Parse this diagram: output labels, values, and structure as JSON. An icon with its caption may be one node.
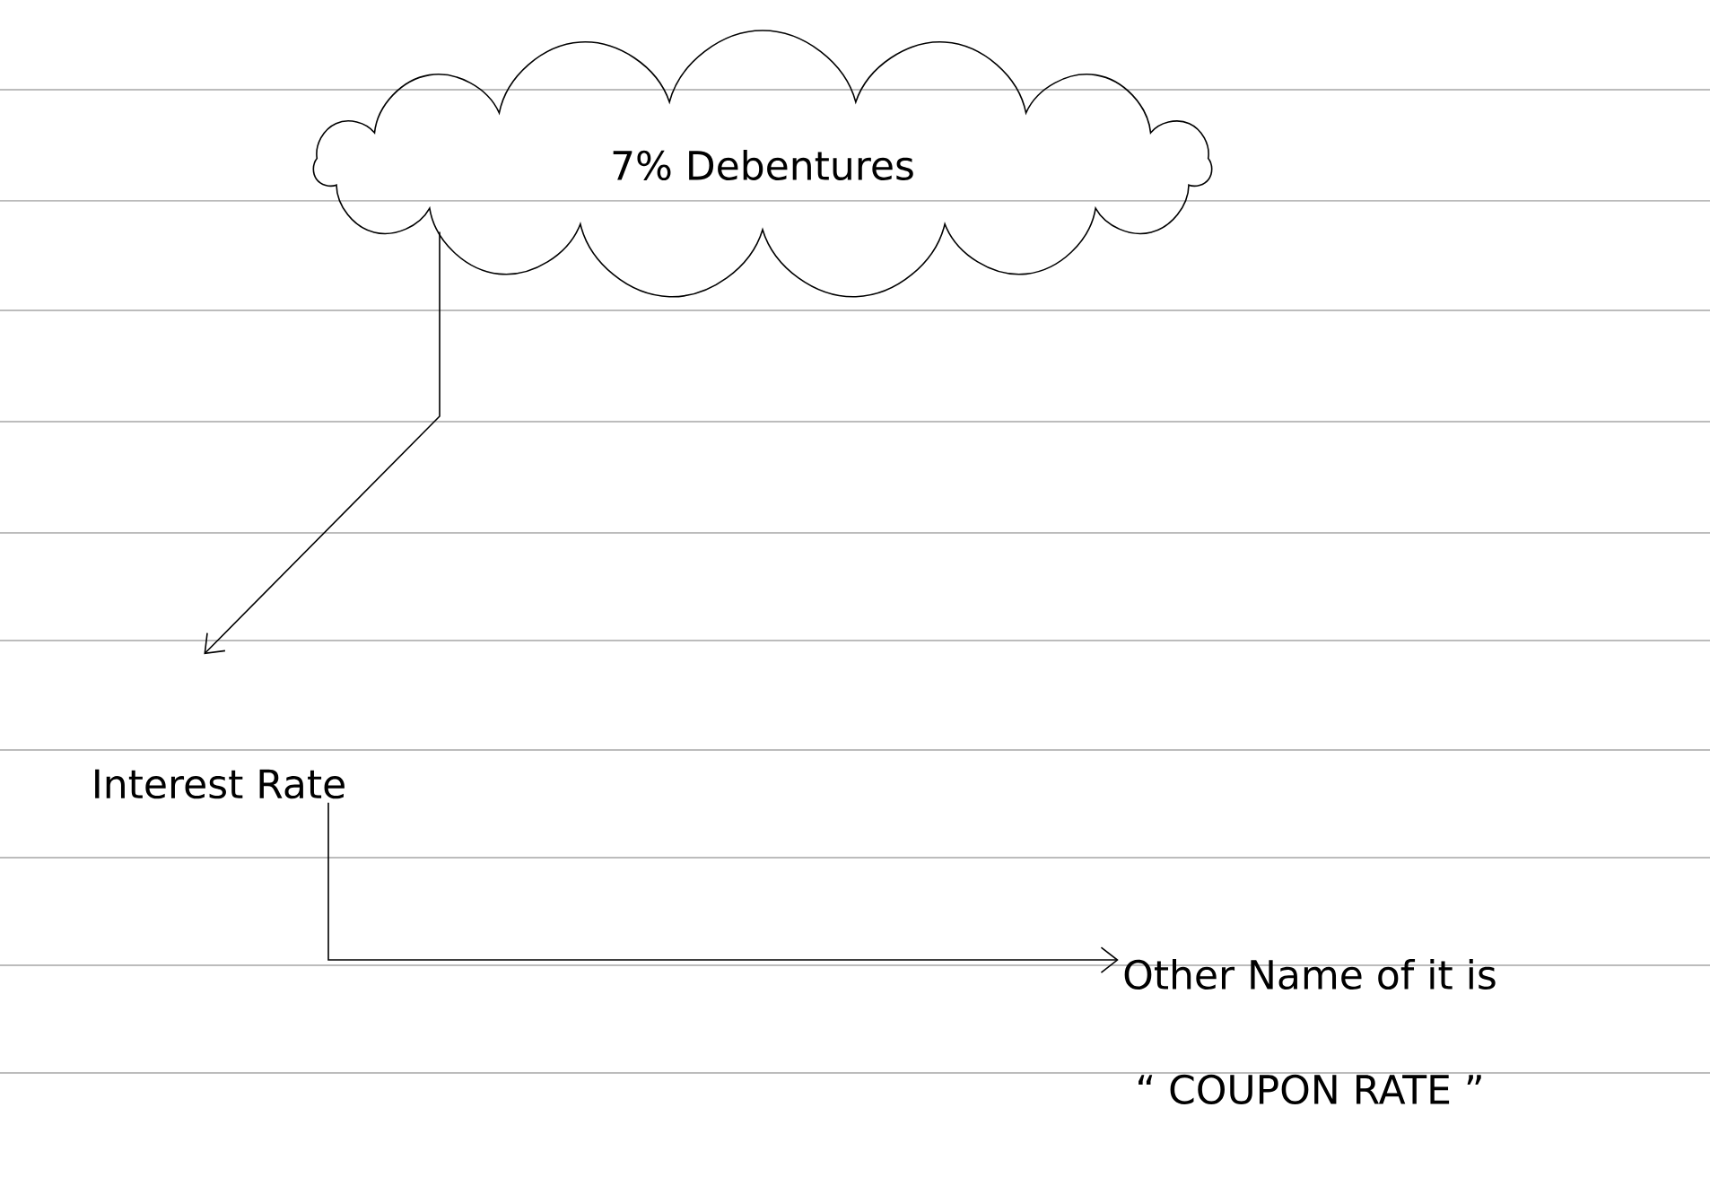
{
  "diagram": {
    "nodes": [
      {
        "text": [
          "7% Debentures"
        ]
      },
      {
        "text": [
          "Interest Rate"
        ]
      },
      {
        "text": [
          "Other Name of it is",
          "“ COUPON RATE ”"
        ]
      }
    ],
    "edges": [
      {
        "from": 0,
        "to": 1,
        "arrow": "to"
      },
      {
        "from": 1,
        "to": 2,
        "arrow": "to"
      }
    ]
  }
}
